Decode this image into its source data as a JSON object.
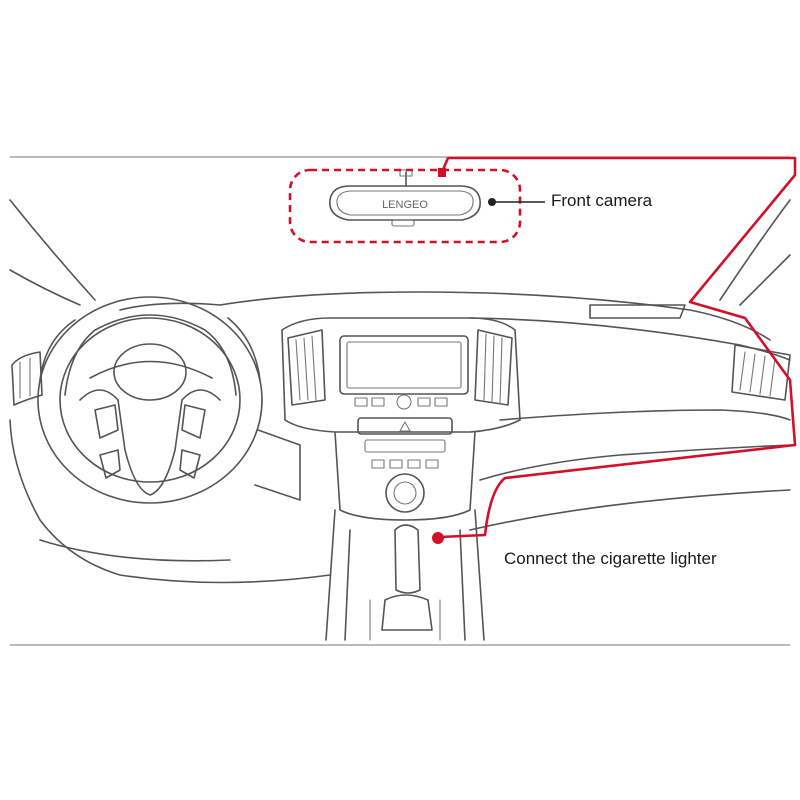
{
  "labels": {
    "front_camera": "Front camera",
    "cigarette_lighter": "Connect the cigarette lighter"
  },
  "mirror": {
    "brand": "LENGEO"
  },
  "colors": {
    "cable": "#d3102a",
    "line_art": "#555555",
    "leader": "#222222"
  }
}
